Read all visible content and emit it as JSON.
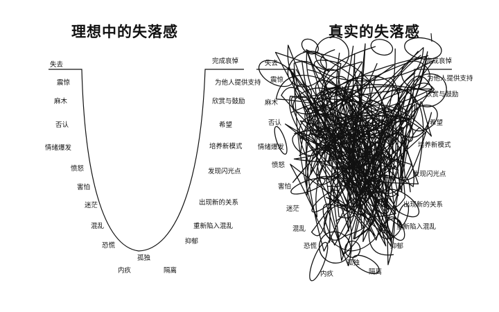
{
  "left_panel": {
    "title": "理想中的失落感"
  },
  "right_panel": {
    "title": "真实的失落感"
  },
  "stages": {
    "descending": [
      "失去",
      "震惊",
      "麻木",
      "否认",
      "情绪爆发",
      "愤怒",
      "害怕",
      "迷茫",
      "混乱",
      "恐慌",
      "内疚"
    ],
    "bottom": "孤独",
    "ascending": [
      "隔离",
      "抑郁",
      "重新陷入混乱",
      "出现新的关系",
      "发现闪光点",
      "培养新模式",
      "希望",
      "欣赏与鼓励",
      "为他人提供支持",
      "完成哀悼"
    ]
  },
  "colors": {
    "ink": "#111111",
    "background": "#ffffff"
  }
}
